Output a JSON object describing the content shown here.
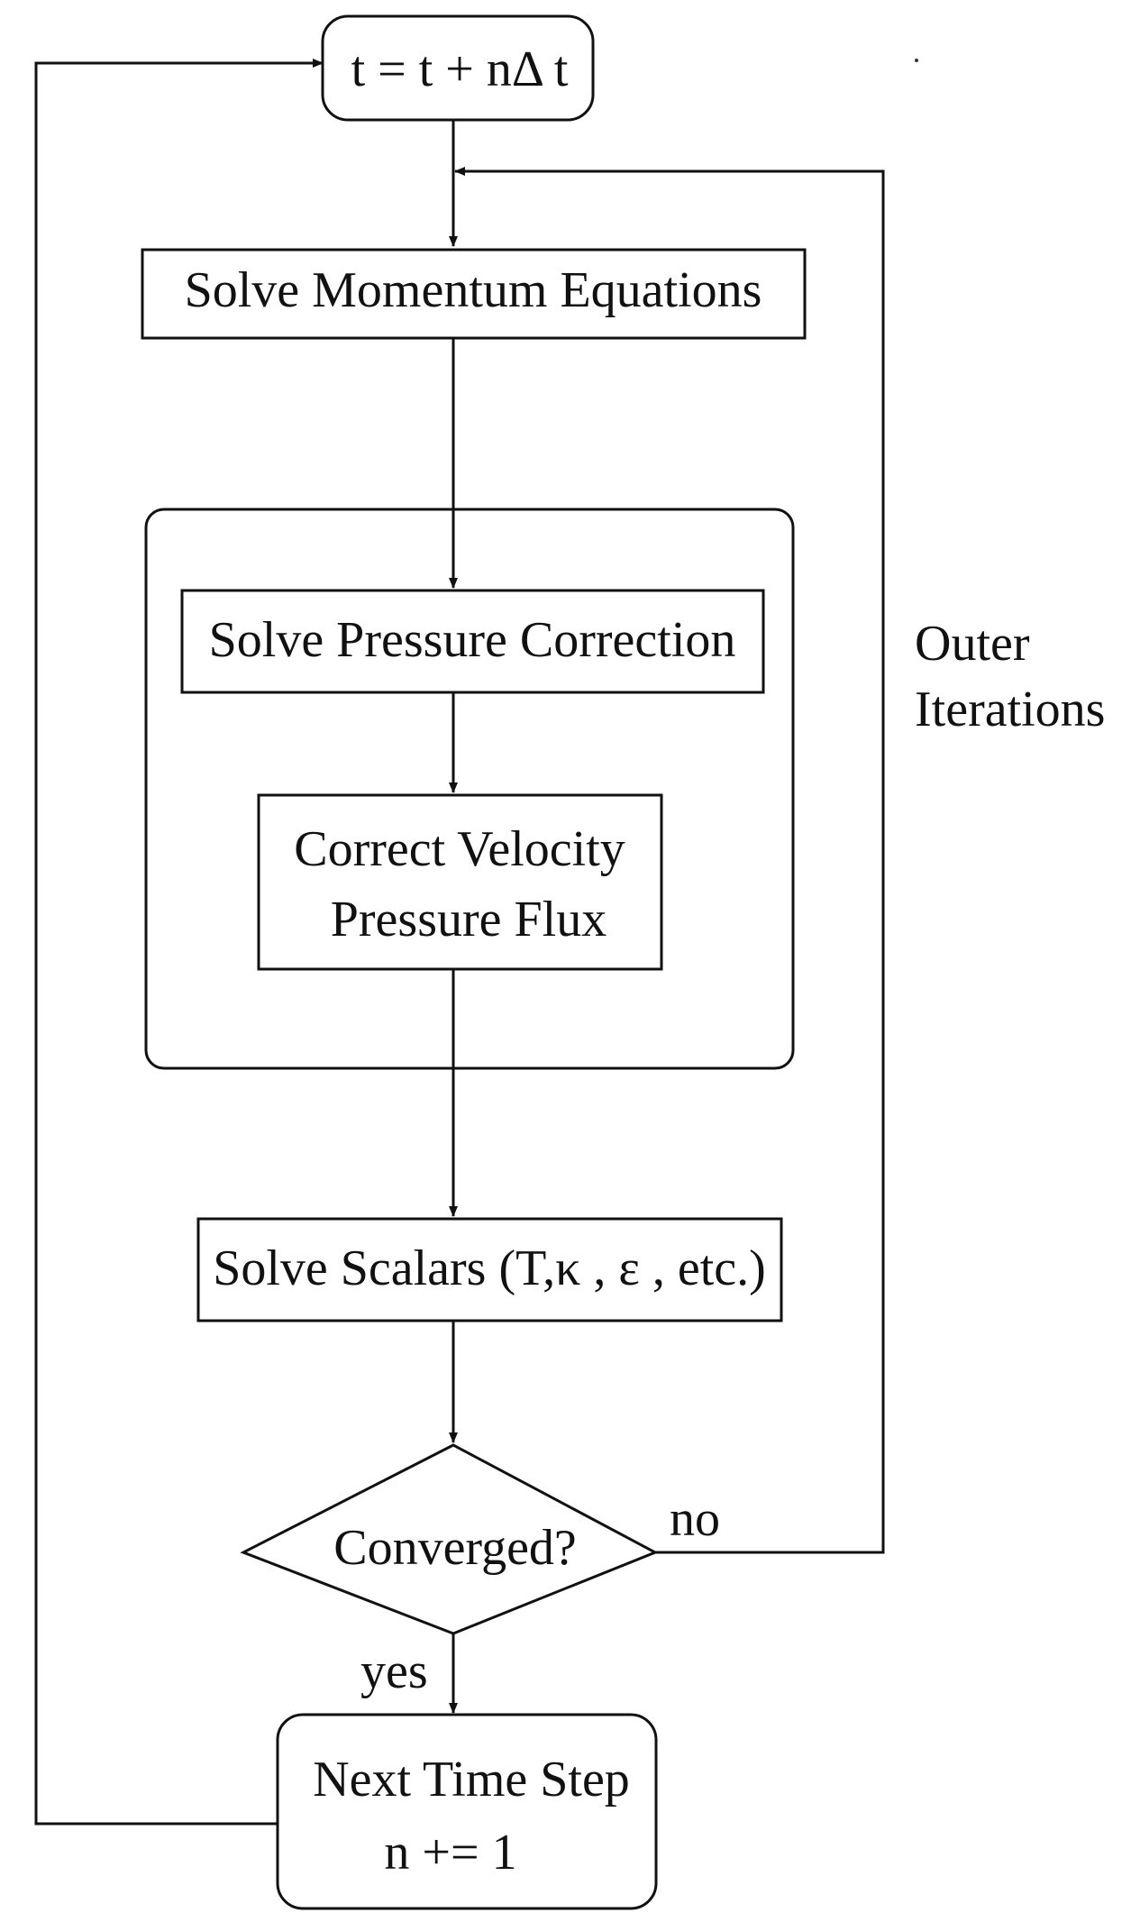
{
  "nodes": {
    "time_update": "t = t + nΔ t",
    "momentum": "Solve Momentum Equations",
    "pressure_correction": "Solve Pressure Correction",
    "correct_line1": "Correct Velocity",
    "correct_line2": "Pressure Flux",
    "scalars": "Solve Scalars (T,κ , ε , etc.)",
    "converged": "Converged?",
    "next_step_line1": "Next Time Step",
    "next_step_line2": "n += 1"
  },
  "edge_labels": {
    "no": "no",
    "yes": "yes"
  },
  "annotations": {
    "outer_line1": "Outer",
    "outer_line2": "Iterations"
  }
}
